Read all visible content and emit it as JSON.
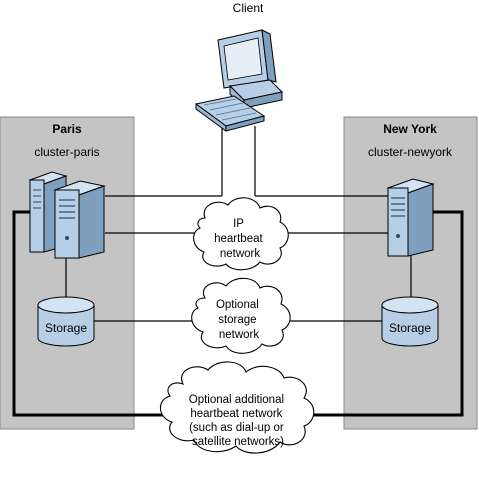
{
  "client": {
    "label": "Client"
  },
  "sites": {
    "left": {
      "name": "Paris",
      "cluster": "cluster-paris"
    },
    "right": {
      "name": "New York",
      "cluster": "cluster-newyork"
    }
  },
  "storage": {
    "left": "Storage",
    "right": "Storage"
  },
  "networks": {
    "ip": {
      "lines": [
        "IP",
        "heartbeat",
        "network"
      ]
    },
    "storage": {
      "lines": [
        "Optional",
        "storage",
        "network"
      ]
    },
    "optional": {
      "lines": [
        "Optional additional",
        "heartbeat network",
        "(such as dial-up or",
        "satellite networks)"
      ]
    }
  },
  "colors": {
    "site_fill": "#c4c4c4",
    "device_blue": "#b7cfe6",
    "device_blue_dark": "#7f9fbf",
    "cloud_fill": "#ffffff",
    "line": "#000000"
  }
}
